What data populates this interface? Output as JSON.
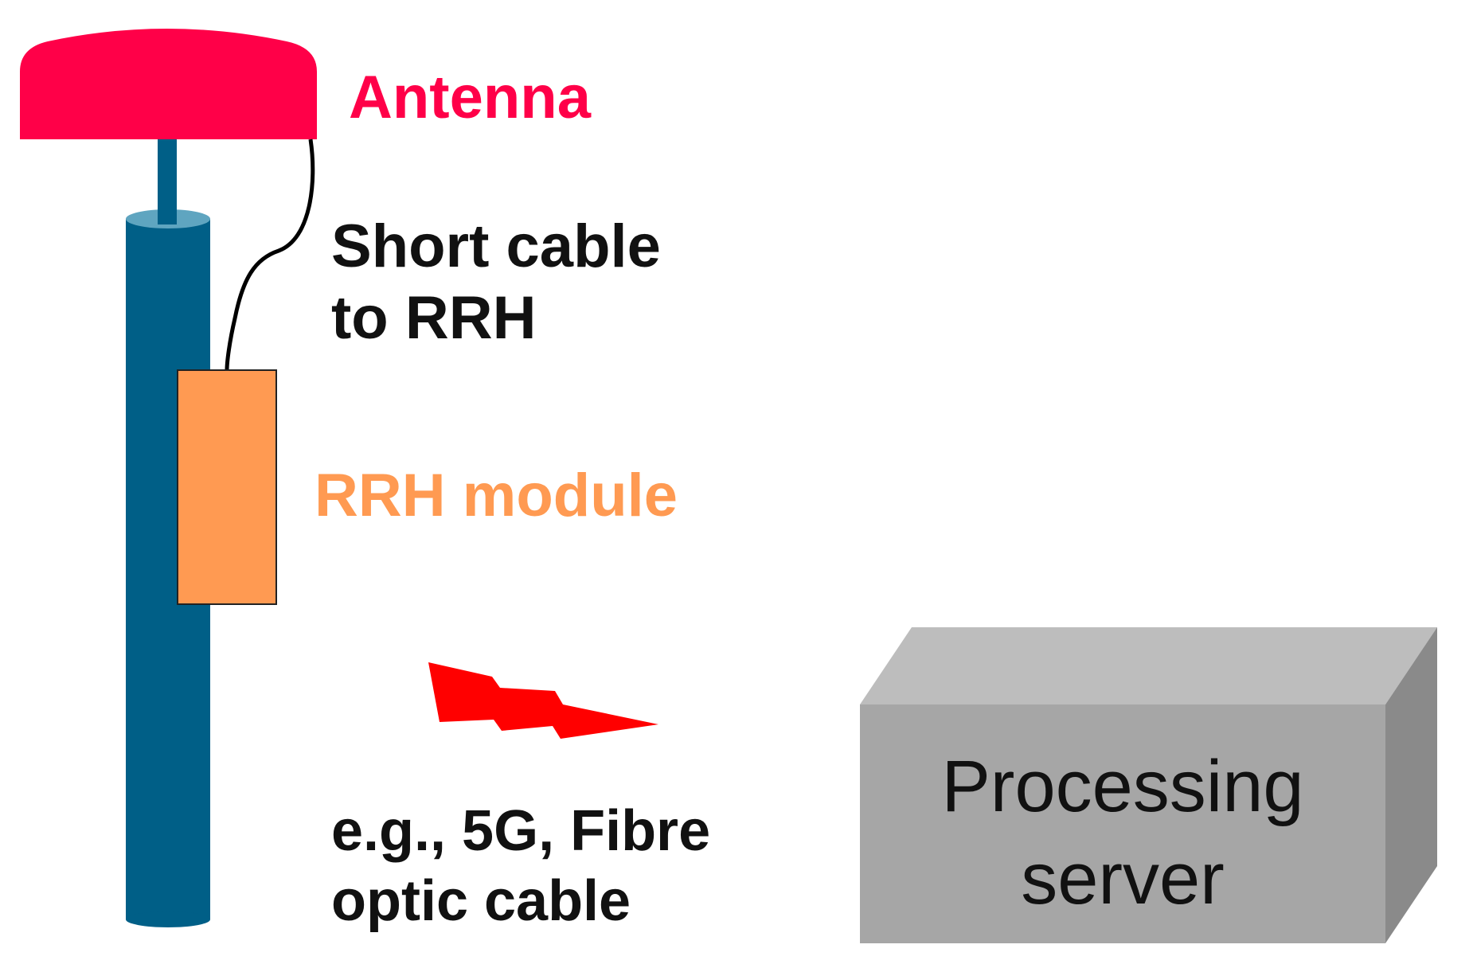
{
  "labels": {
    "antenna": "Antenna",
    "cable_line1": "Short cable",
    "cable_line2": "to RRH",
    "rrh_module": "RRH module",
    "link_line1": "e.g., 5G, Fibre",
    "link_line2": "optic cable",
    "server_line1": "Processing",
    "server_line2": "server"
  },
  "icons": {
    "antenna": "antenna-dome-icon",
    "mast": "mast-pole-icon",
    "rrh": "rrh-module-box",
    "wireless": "lightning-bolt-icon",
    "server": "server-box-3d"
  },
  "colors": {
    "antenna": "#FF0048",
    "mast": "#005F87",
    "mast_top": "#5FA5C0",
    "rrh": "#FF9A52",
    "bolt": "#FF0000",
    "server_front": "#A6A6A6",
    "server_top": "#BDBDBD",
    "server_side": "#8A8A8A"
  }
}
